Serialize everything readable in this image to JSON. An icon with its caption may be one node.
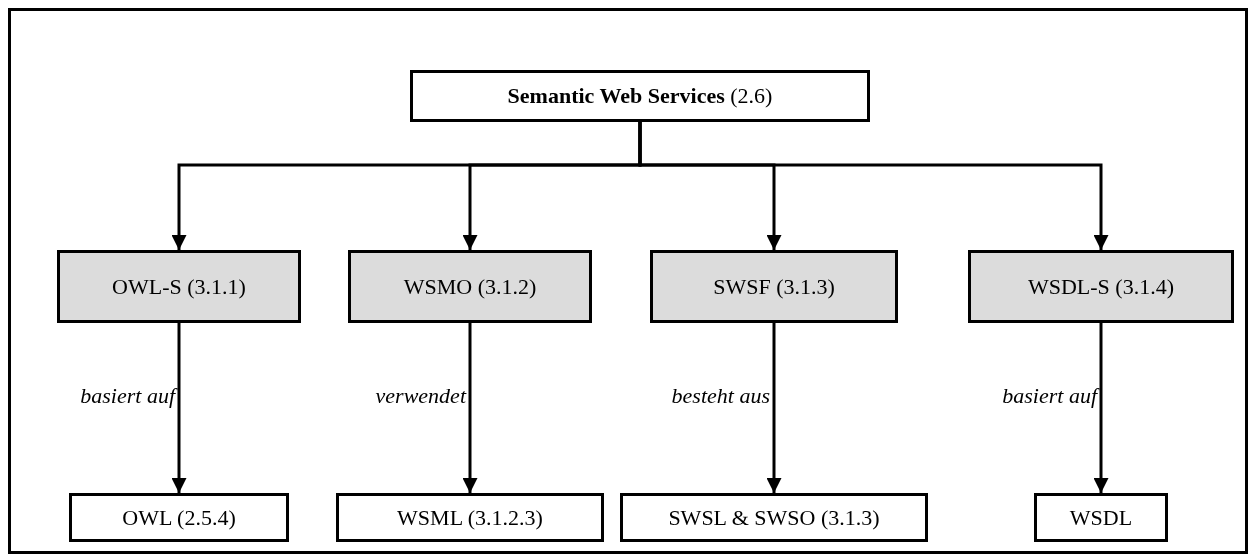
{
  "diagram": {
    "nodes": [
      {
        "text": [
          "**Semantic Web Services** (2.6)"
        ]
      },
      {
        "text": [
          "OWL-S (3.1.1)"
        ]
      },
      {
        "text": [
          "WSMO (3.1.2)"
        ]
      },
      {
        "text": [
          "SWSF (3.1.3)"
        ]
      },
      {
        "text": [
          "WSDL-S (3.1.4)"
        ]
      },
      {
        "text": [
          "OWL (2.5.4)"
        ]
      },
      {
        "text": [
          "WSML (3.1.2.3)"
        ]
      },
      {
        "text": [
          "SWSL & SWSO (3.1.3)"
        ]
      },
      {
        "text": [
          "WSDL"
        ]
      }
    ],
    "edges": [
      {
        "from": 0,
        "to": 1,
        "arrow": "to"
      },
      {
        "from": 0,
        "to": 2,
        "arrow": "to"
      },
      {
        "from": 0,
        "to": 3,
        "arrow": "to"
      },
      {
        "from": 0,
        "to": 4,
        "arrow": "to"
      },
      {
        "from": 1,
        "to": 5,
        "arrow": "to",
        "label": "basiert auf"
      },
      {
        "from": 2,
        "to": 6,
        "arrow": "to",
        "label": "verwendet"
      },
      {
        "from": 3,
        "to": 7,
        "arrow": "to",
        "label": "besteht aus"
      },
      {
        "from": 4,
        "to": 8,
        "arrow": "to",
        "label": "basiert auf"
      }
    ]
  }
}
